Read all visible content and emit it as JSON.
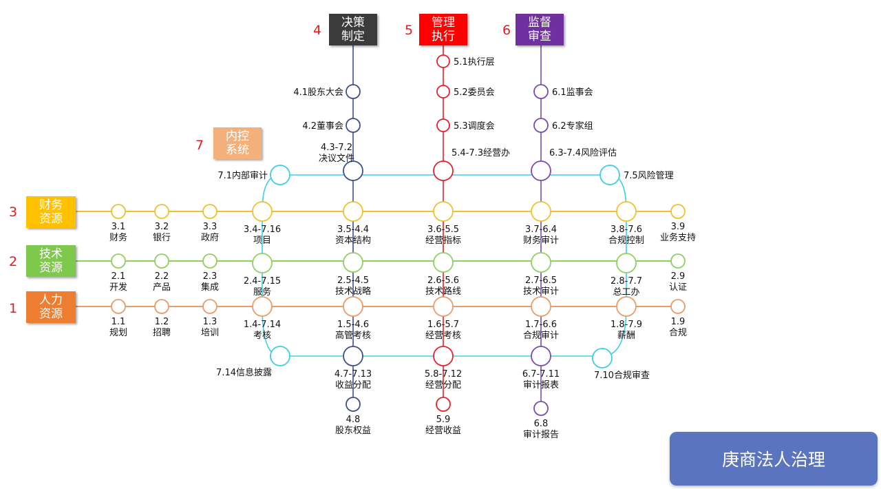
{
  "colors": {
    "decision": "#3b3b3b",
    "management": "#ff0000",
    "supervision": "#7030a0",
    "internal": "#f3b07a",
    "finance": "#ffc000",
    "tech": "#7ec84b",
    "hr": "#ed7d31",
    "decision_line": "#3d4e8a",
    "mgmt_line": "#e8202a",
    "sup_line": "#7a4ab0",
    "ic_line": "#3dcde8",
    "fin_line": "#f0c030",
    "tech_line": "#8fd060",
    "hr_line": "#ec9a66"
  },
  "badges": {
    "decision": {
      "num": "4",
      "text": "决策\n制定"
    },
    "management": {
      "num": "5",
      "text": "管理\n执行"
    },
    "supervision": {
      "num": "6",
      "text": "监督\n审查"
    },
    "internal": {
      "num": "7",
      "text": "内控\n系统"
    },
    "finance": {
      "num": "3",
      "text": "财务\n资源"
    },
    "tech": {
      "num": "2",
      "text": "技术\n资源"
    },
    "hr": {
      "num": "1",
      "text": "人力\n资源"
    }
  },
  "stations": {
    "s4_1": "4.1股东大会",
    "s4_2": "4.2董事会",
    "s4_3": [
      "4.3-7.2",
      "决议文件"
    ],
    "s4_7": [
      "4.7-7.13",
      "收益分配"
    ],
    "s4_8": [
      "4.8",
      "股东权益"
    ],
    "s5_1": "5.1执行层",
    "s5_2": "5.2委员会",
    "s5_3": "5.3调度会",
    "s5_4": "5.4-7.3经营办",
    "s5_8": [
      "5.8-7.12",
      "经营分配"
    ],
    "s5_9": [
      "5.9",
      "经营收益"
    ],
    "s6_1": "6.1监事会",
    "s6_2": "6.2专家组",
    "s6_3": "6.3-7.4风险评估",
    "s6_7": [
      "6.7-7.11",
      "审计报表"
    ],
    "s6_8": [
      "6.8",
      "审计报告"
    ],
    "s7_1": "7.1内部审计",
    "s7_5": "7.5风险管理",
    "s7_14": "7.14信息披露",
    "s7_10": "7.10合规审查",
    "s3_1": [
      "3.1",
      "财务"
    ],
    "s3_2": [
      "3.2",
      "银行"
    ],
    "s3_3": [
      "3.3",
      "政府"
    ],
    "s3_4": [
      "3.4-7.16",
      "项目"
    ],
    "s3_5": [
      "3.5-4.4",
      "资本结构"
    ],
    "s3_6": [
      "3.6-5.5",
      "经营指标"
    ],
    "s3_7": [
      "3.7-6.4",
      "财务审计"
    ],
    "s3_8": [
      "3.8-7.6",
      "合规控制"
    ],
    "s3_9": [
      "3.9",
      "业务支持"
    ],
    "s2_1": [
      "2.1",
      "开发"
    ],
    "s2_2": [
      "2.2",
      "产品"
    ],
    "s2_3": [
      "2.3",
      "集成"
    ],
    "s2_4": [
      "2.4-7.15",
      "服务"
    ],
    "s2_5": [
      "2.5-4.5",
      "技术战略"
    ],
    "s2_6": [
      "2.6-5.6",
      "技术路线"
    ],
    "s2_7": [
      "2.7-6.5",
      "技术审计"
    ],
    "s2_8": [
      "2.8-7.7",
      "总工办"
    ],
    "s2_9": [
      "2.9",
      "认证"
    ],
    "s1_1": [
      "1.1",
      "规划"
    ],
    "s1_2": [
      "1.2",
      "招聘"
    ],
    "s1_3": [
      "1.3",
      "培训"
    ],
    "s1_4": [
      "1.4-7.14",
      "考核"
    ],
    "s1_5": [
      "1.5-4.6",
      "高管考核"
    ],
    "s1_6": [
      "1.6-5.7",
      "经营考核"
    ],
    "s1_7": [
      "1.7-6.6",
      "合规审计"
    ],
    "s1_8": [
      "1.8-7.9",
      "薪酬"
    ],
    "s1_9": [
      "1.9",
      "合规"
    ]
  },
  "title_card": "庚商法人治理"
}
